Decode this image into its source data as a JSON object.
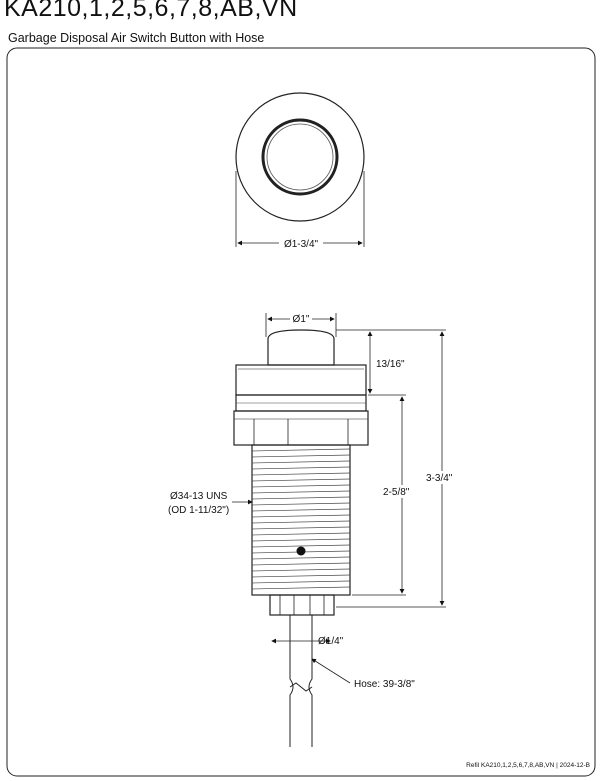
{
  "header": {
    "model": "KA210,1,2,5,6,7,8,AB,VN",
    "description": "Garbage Disposal Air Switch Button with Hose"
  },
  "top_view": {
    "diameter_label": "Ø1-3/4\""
  },
  "side_view": {
    "button_diameter_label": "Ø1\"",
    "cap_height_label": "13/16\"",
    "overall_height_label": "3-3/4\"",
    "thread_length_label": "2-5/8\"",
    "thread_spec_label": "Ø34-13 UNS",
    "thread_od_label": "(OD 1-11/32\")",
    "hose_diameter_label": "Ø1/4\"",
    "hose_length_label": "Hose: 39-3/8\""
  },
  "footer": {
    "reference": "Refil KA210,1,2,5,6,7,8,AB,VN | 2024-12-B"
  }
}
